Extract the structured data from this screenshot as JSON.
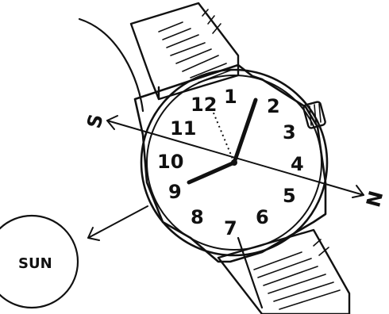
{
  "diagram": {
    "sun_label": "SUN",
    "south_label": "S",
    "north_label": "N",
    "watch_numerals": [
      "1",
      "2",
      "3",
      "4",
      "5",
      "6",
      "7",
      "8",
      "9",
      "10",
      "11",
      "12"
    ],
    "ink_color": "#111111",
    "background": "#ffffff"
  }
}
